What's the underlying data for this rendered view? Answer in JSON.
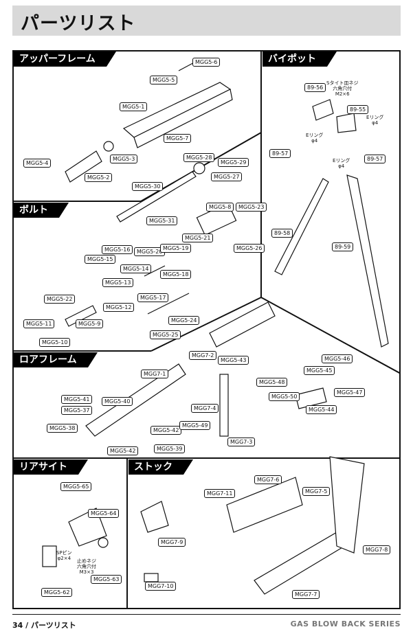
{
  "header": {
    "title": "パーツリスト"
  },
  "sections": {
    "upper": "アッパーフレーム",
    "bipod": "バイポット",
    "bolt": "ボルト",
    "lower": "ロアフレーム",
    "rear_sight": "リアサイト",
    "stock": "ストック"
  },
  "parts": {
    "upper": [
      "MGG5-6",
      "MGG5-5",
      "MGG5-1",
      "MGG5-7",
      "MGG5-3",
      "MGG5-4",
      "MGG5-2"
    ],
    "bolt": [
      "MGG5-28",
      "MGG5-29",
      "MGG5-27",
      "MGG5-30",
      "MGG5-8",
      "MGG5-23",
      "MGG5-31",
      "MGG5-21",
      "MGG5-26",
      "MGG5-16",
      "MGG5-20",
      "MGG5-19",
      "MGG5-15",
      "MGG5-14",
      "MGG5-18",
      "MGG5-13",
      "MGG5-17",
      "MGG5-22",
      "MGG5-12",
      "MGG5-11",
      "MGG5-9",
      "MGG5-24",
      "MGG5-10",
      "MGG5-25"
    ],
    "bipod": [
      "89-56",
      "89-55",
      "89-57",
      "89-57",
      "89-58",
      "89-59"
    ],
    "lower": [
      "MGG7-2",
      "MGG5-43",
      "MGG5-46",
      "MGG7-1",
      "MGG5-45",
      "MGG5-48",
      "MGG5-47",
      "MGG5-50",
      "MGG5-41",
      "MGG5-40",
      "MGG7-4",
      "MGG5-44",
      "MGG5-37",
      "MGG5-38",
      "MGG5-42",
      "MGG5-49",
      "MGG7-3",
      "MGG5-42",
      "MGG5-39"
    ],
    "rear_sight": [
      "MGG5-65",
      "MGG5-64",
      "MGG5-63",
      "MGG5-62"
    ],
    "stock": [
      "MGG7-6",
      "MGG7-11",
      "MGG7-5",
      "MGG7-9",
      "MGG7-8",
      "MGG7-10",
      "MGG7-7"
    ]
  },
  "notes": {
    "s_screw": "Sタイト皿ネジ\n六角穴付\nM2×6",
    "e_ring_1": "Eリング\nφ4",
    "e_ring_2": "Eリング\nφ4",
    "e_ring_3": "Eリング\nφ4",
    "sp_pin": "SPピン\nφ2×4",
    "set_screw": "止めネジ\n六角穴付\nM3×3"
  },
  "footer": {
    "page_ref": "34 / パーツリスト",
    "series": "GAS BLOW BACK SERIES"
  }
}
